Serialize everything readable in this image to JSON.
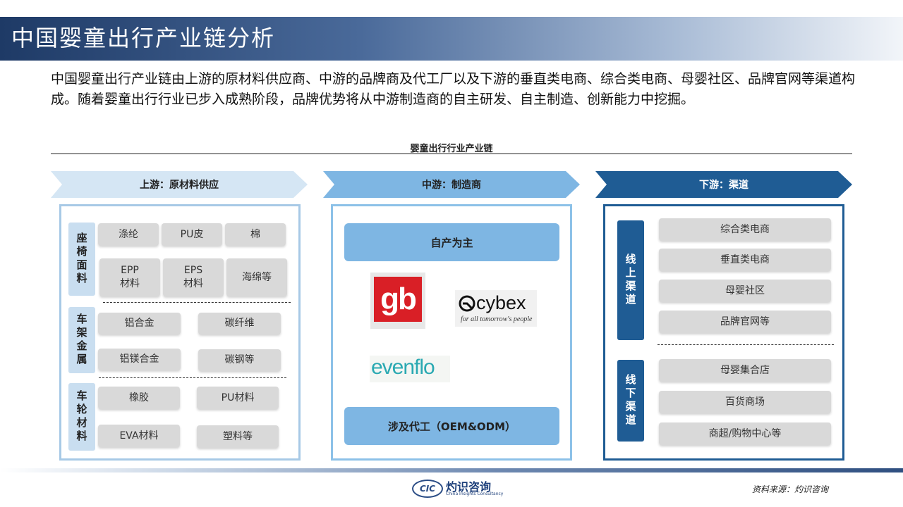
{
  "title": "中国婴童出行产业链分析",
  "intro": "中国婴童出行产业链由上游的原材料供应商、中游的品牌商及代工厂以及下游的垂直类电商、综合类电商、母婴社区、品牌官网等渠道构成。随着婴童出行行业已步入成熟阶段，品牌优势将从中游制造商的自主研发、自主制造、创新能力中挖掘。",
  "chain_title": "婴童出行行业产业链",
  "upstream": {
    "header": "上游：原材料供应",
    "groups": [
      {
        "label": "座椅面料",
        "items": [
          "涤纶",
          "PU皮",
          "棉",
          "EPP\n材料",
          "EPS\n材料",
          "海绵等"
        ]
      },
      {
        "label": "车架金属",
        "items": [
          "铝合金",
          "碳纤维",
          "铝镁合金",
          "碳钢等"
        ]
      },
      {
        "label": "车轮材料",
        "items": [
          "橡胶",
          "PU材料",
          "EVA材料",
          "塑料等"
        ]
      }
    ]
  },
  "midstream": {
    "header": "中游：制造商",
    "top_label": "自产为主",
    "bottom_label": "涉及代工（OEM&ODM）",
    "logos": {
      "gb": "gb",
      "cybex": "cybex",
      "cybex_tagline": "for all tomorrow's people",
      "evenflo": "evenflo"
    }
  },
  "downstream": {
    "header": "下游：渠道",
    "online_label": "线上渠道",
    "online_items": [
      "综合类电商",
      "垂直类电商",
      "母婴社区",
      "品牌官网等"
    ],
    "offline_label": "线下渠道",
    "offline_items": [
      "母婴集合店",
      "百货商场",
      "商超/购物中心等"
    ]
  },
  "footer": {
    "logo_mark": "CIC",
    "logo_cn": "灼识咨询",
    "logo_en": "China Insights Consultancy",
    "source": "资料来源：灼识咨询"
  },
  "colors": {
    "title_banner": "#1e3a66",
    "upstream": "#d5e6f4",
    "midstream": "#7eb6e3",
    "downstream": "#1f5c94",
    "chip": "#d9d9d9",
    "gb_red": "#d91f26",
    "evenflo_teal": "#2aa9b2"
  }
}
